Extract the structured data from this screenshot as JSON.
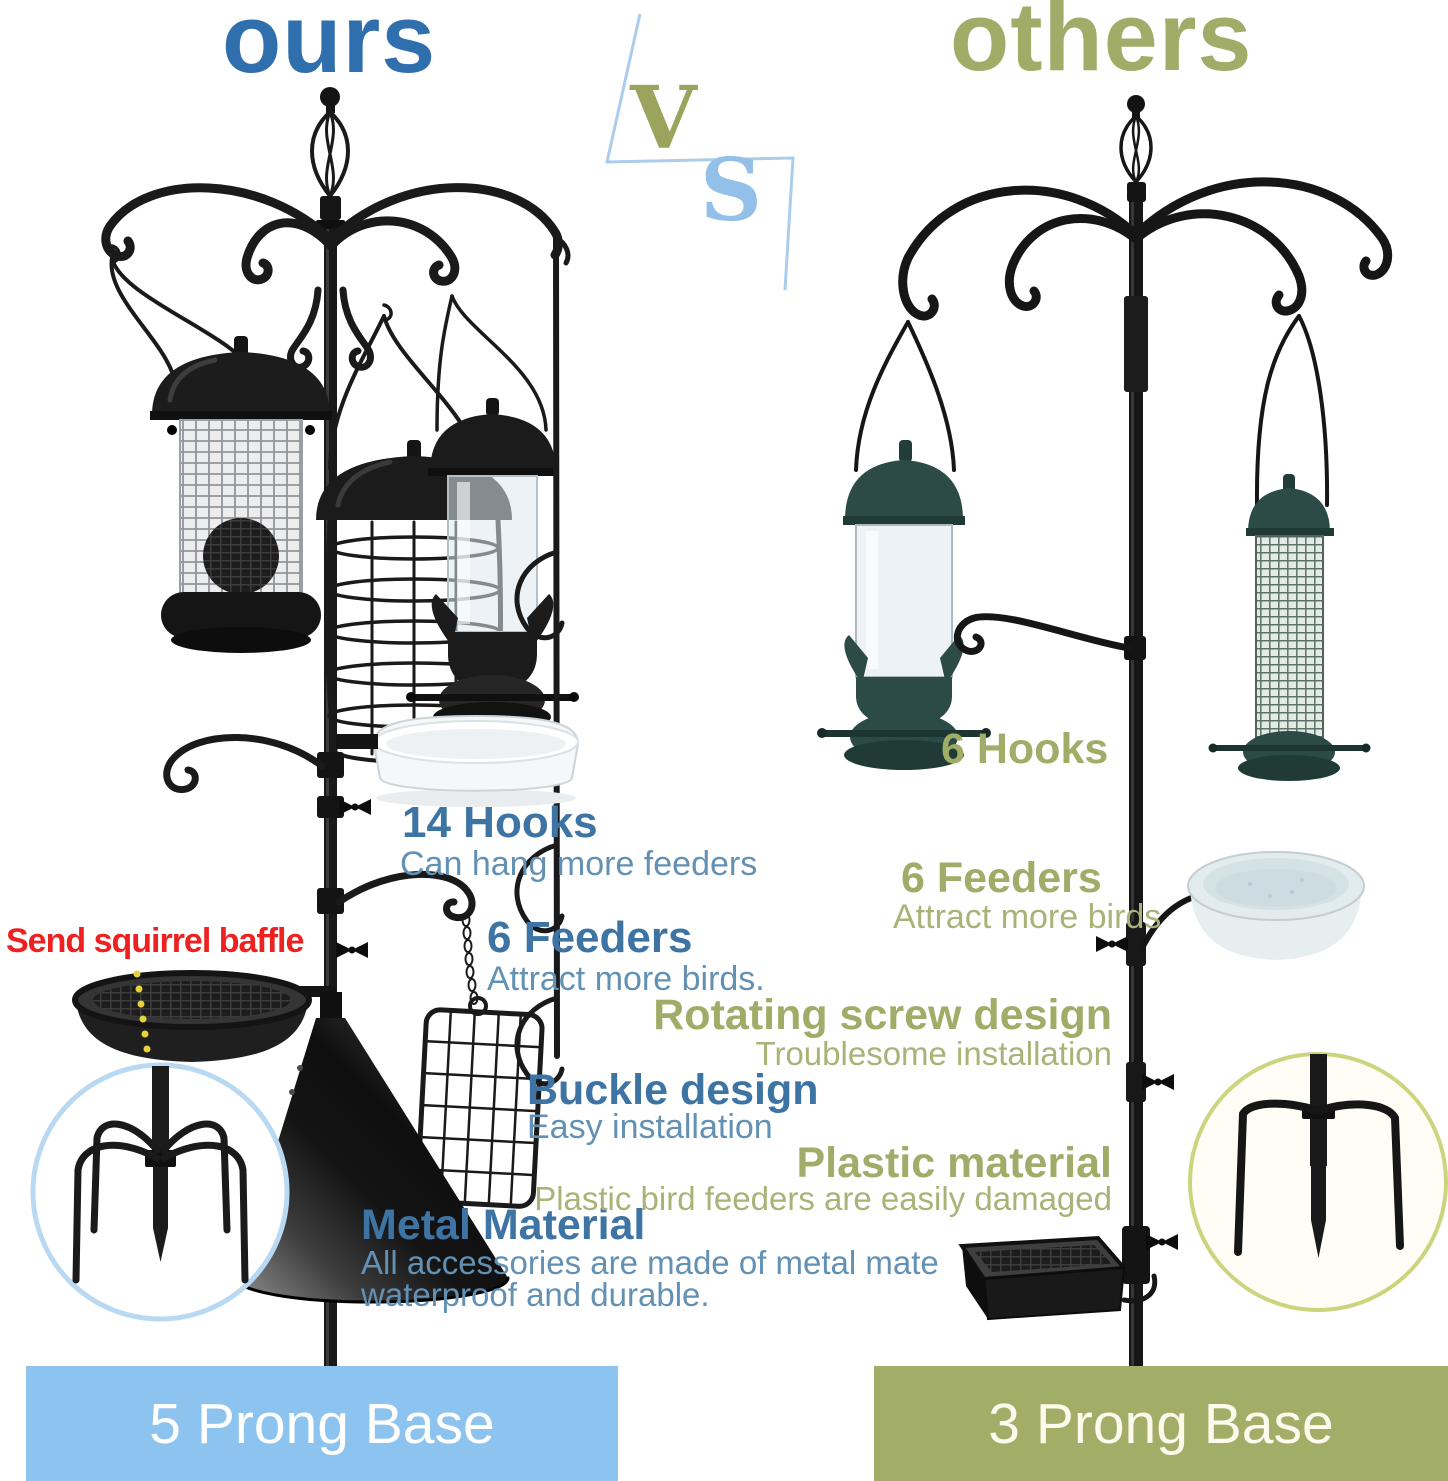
{
  "header": {
    "left_title": "ours",
    "right_title": "others",
    "versus": {
      "v": "V",
      "s": "S"
    }
  },
  "left": {
    "highlight_label": "Send squirrel baffle",
    "callouts": {
      "hooks": {
        "title": "14 Hooks",
        "subtitle": "Can hang more feeders"
      },
      "feeders": {
        "title": "6 Feeders",
        "subtitle": "Attract more birds."
      },
      "buckle": {
        "title": "Buckle design",
        "subtitle": "Easy installation"
      },
      "material": {
        "title": "Metal Material",
        "lines": [
          "All accessories are made of metal mate",
          "waterproof and durable."
        ]
      }
    },
    "banner": "5 Prong Base"
  },
  "right": {
    "callouts": {
      "hooks": {
        "title": "6 Hooks"
      },
      "feeders": {
        "title": "6 Feeders",
        "subtitle": "Attract more birds"
      },
      "screw": {
        "title": "Rotating screw design",
        "subtitle": "Troublesome installation"
      },
      "material": {
        "title": "Plastic material",
        "subtitle": "Plastic bird feeders are easily damaged"
      }
    },
    "banner": "3 Prong Base"
  },
  "colors": {
    "ours_blue": "#2f6fae",
    "callout_blue": "#3e74a4",
    "callout_blue_sub": "#6391b4",
    "olive_title": "#a2ac69",
    "olive_sub": "#a9b378",
    "vs_v_olive": "#9aa45c",
    "vs_s_blue": "#92c0e8",
    "banner_blue": "#8dc4ef",
    "banner_olive": "#a2ad68",
    "highlight_red": "#ee2020"
  }
}
